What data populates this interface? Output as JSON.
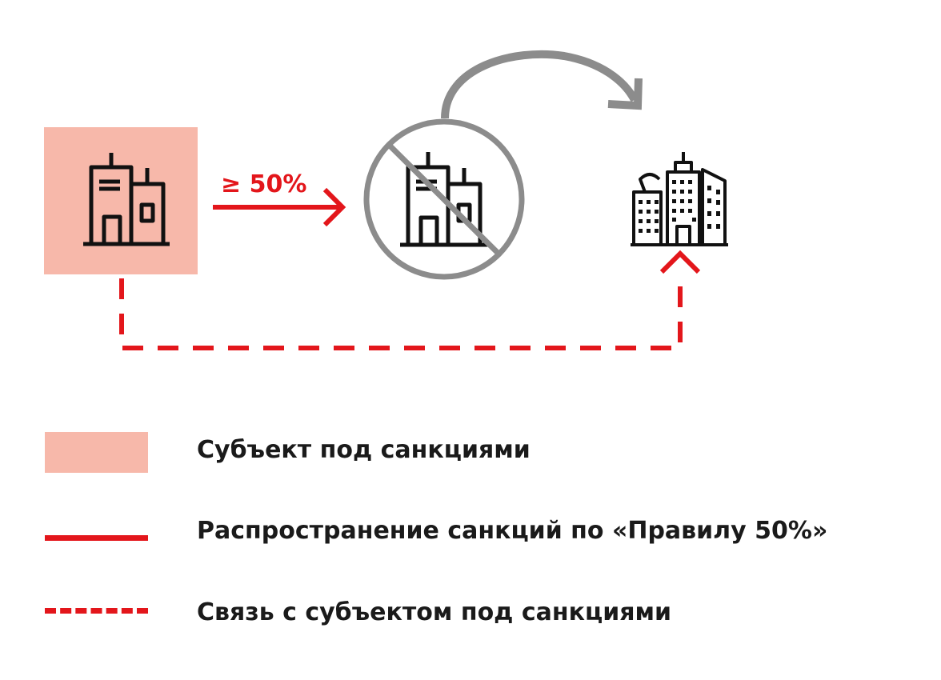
{
  "diagram": {
    "ownership_label": "≥ 50%"
  },
  "legend": {
    "items": [
      {
        "swatch": "filled-box",
        "label": "Субъект под санкциями"
      },
      {
        "swatch": "solid-line",
        "label": "Распространение санкций по «Правилу 50%»"
      },
      {
        "swatch": "dashed-line",
        "label": "Связь с субъектом под санкциями"
      }
    ]
  },
  "colors": {
    "accent_red": "#e3161b",
    "sanctioned_fill": "#f7b8aa",
    "gray": "#8c8c8c",
    "icon": "#111111"
  },
  "icons": [
    "office-buildings-icon",
    "prohibited-sign-icon",
    "redirect-arrow-icon",
    "city-buildings-icon"
  ]
}
